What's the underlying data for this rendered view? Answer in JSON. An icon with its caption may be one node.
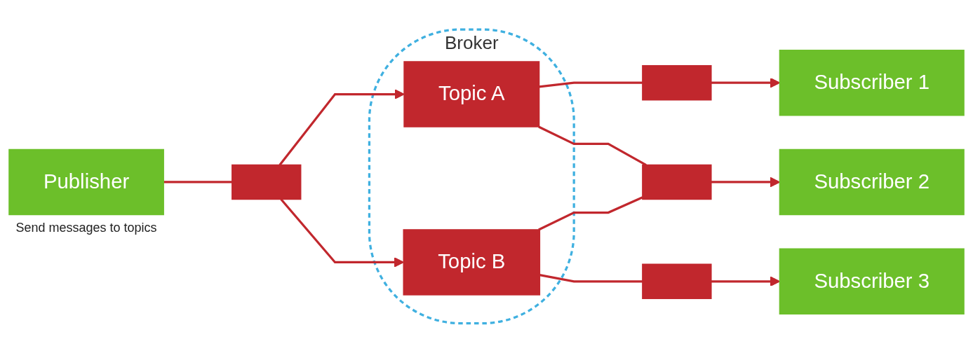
{
  "diagram": {
    "nodes": [
      {
        "text": [
          "Broker"
        ]
      },
      {
        "text": [
          "Publisher"
        ],
        "beside": [
          "Send messages to topics"
        ]
      },
      {
        "text": [],
        "shape": "box"
      },
      {
        "text": [
          "Topic A"
        ],
        "in": 0
      },
      {
        "text": [
          "Topic B"
        ],
        "in": 0
      },
      {
        "text": [],
        "shape": "box"
      },
      {
        "text": [],
        "shape": "box"
      },
      {
        "text": [],
        "shape": "box"
      },
      {
        "text": [
          "Subscriber 1"
        ]
      },
      {
        "text": [
          "Subscriber 2"
        ]
      },
      {
        "text": [
          "Subscriber 3"
        ]
      }
    ],
    "edges": [
      {
        "from": 1,
        "to": 2,
        "arrow": "none"
      },
      {
        "from": 2,
        "to": 3,
        "arrow": "to"
      },
      {
        "from": 2,
        "to": 4,
        "arrow": "to"
      },
      {
        "from": 3,
        "to": 5,
        "arrow": "none"
      },
      {
        "from": 3,
        "to": 6,
        "arrow": "none"
      },
      {
        "from": 4,
        "to": 6,
        "arrow": "none"
      },
      {
        "from": 4,
        "to": 7,
        "arrow": "none"
      },
      {
        "from": 5,
        "to": 8,
        "arrow": "to"
      },
      {
        "from": 6,
        "to": 9,
        "arrow": "to"
      },
      {
        "from": 7,
        "to": 10,
        "arrow": "to"
      }
    ]
  }
}
